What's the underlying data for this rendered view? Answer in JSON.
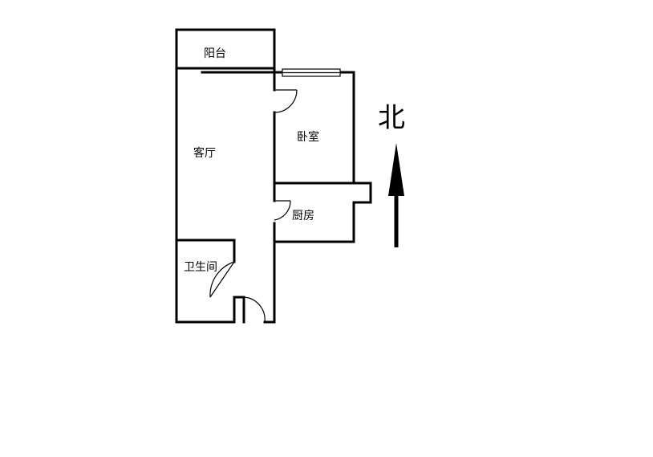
{
  "floorplan": {
    "rooms": {
      "balcony": "阳台",
      "living_room": "客厅",
      "bedroom": "卧室",
      "kitchen": "厨房",
      "bathroom": "卫生间"
    },
    "compass": {
      "north_label": "北"
    }
  }
}
